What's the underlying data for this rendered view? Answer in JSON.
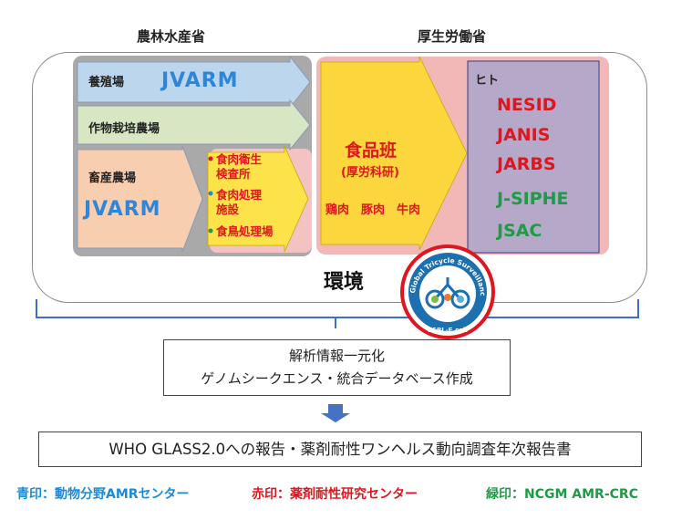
{
  "headers": {
    "maff": "農林水産省",
    "mhlw": "厚生労働省"
  },
  "farms": {
    "aquaculture": "養殖場",
    "crop": "作物栽培農場",
    "livestock": "畜産農場",
    "jvarm_top": "JVARM",
    "jvarm_bottom": "JVARM"
  },
  "slaughter": {
    "items": [
      "食肉衛生\n検査所",
      "食肉処理\n施設",
      "食鳥処理場"
    ]
  },
  "food": {
    "title": "食品班",
    "subtitle": "(厚労科研)",
    "meats": "鶏肉　豚肉　牛肉"
  },
  "human": {
    "label": "ヒト",
    "red_items": [
      "NESID",
      "JANIS",
      "JARBS"
    ],
    "green_items": [
      "J-SIPHE",
      "JSAC"
    ]
  },
  "environment": {
    "label": "環境"
  },
  "logo": {
    "ring_text": "Global Tricycle Surveillance",
    "bottom_text": "ESBL-E.coli"
  },
  "analysis": {
    "line1": "解析情報一元化",
    "line2": "ゲノムシークエンス・統合データベース作成"
  },
  "report": {
    "text": "WHO GLASS2.0への報告・薬剤耐性ワンヘルス動向調査年次報告書"
  },
  "legend": {
    "blue": "青印：動物分野AMRセンター",
    "red": "赤印：薬剤耐性研究センター",
    "green": "緑印：NCGM AMR-CRC"
  },
  "colors": {
    "blue": "#1c8ad8",
    "red": "#e0161e",
    "green": "#1f9a45",
    "bracket": "#3f6fc4"
  }
}
